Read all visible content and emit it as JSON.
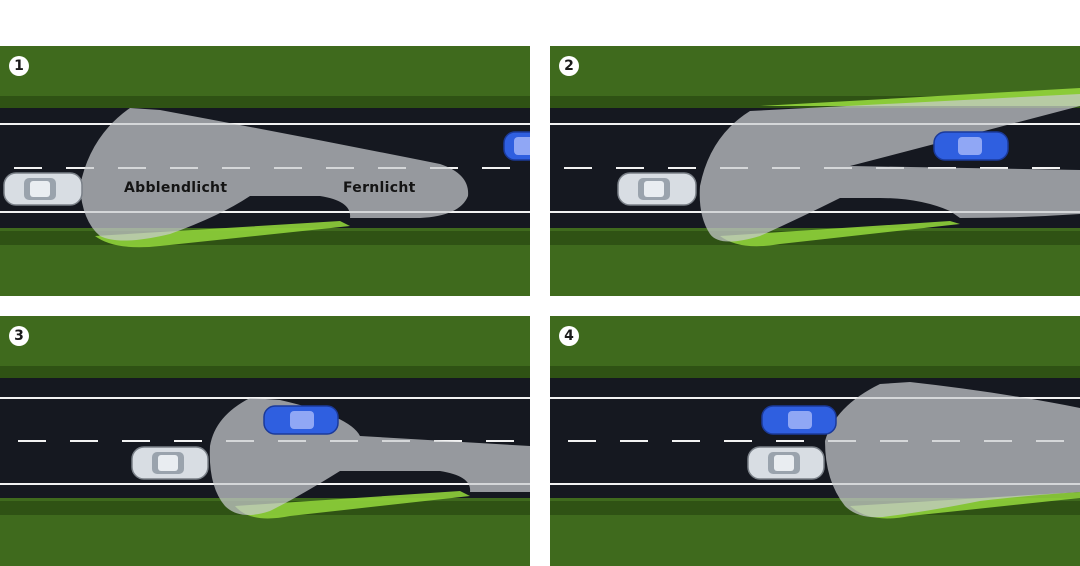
{
  "panels": [
    {
      "id": "p1",
      "badge": "1",
      "labels": {
        "low_beam": "Abblendlicht",
        "high_beam": "Fernlicht"
      }
    },
    {
      "id": "p2",
      "badge": "2"
    },
    {
      "id": "p3",
      "badge": "3"
    },
    {
      "id": "p4",
      "badge": "4"
    }
  ],
  "colors": {
    "grass": "#3f6a1d",
    "grass_dark": "#2f5214",
    "road": "#151820",
    "lane_line": "#f2f2f2",
    "beam": "#c9cccf",
    "beam_highlight": "#8fd13a",
    "own_car": "#d8dde3",
    "oncoming_car": "#2f5fe0"
  },
  "icons": [
    "own-car-icon",
    "oncoming-car-icon"
  ]
}
